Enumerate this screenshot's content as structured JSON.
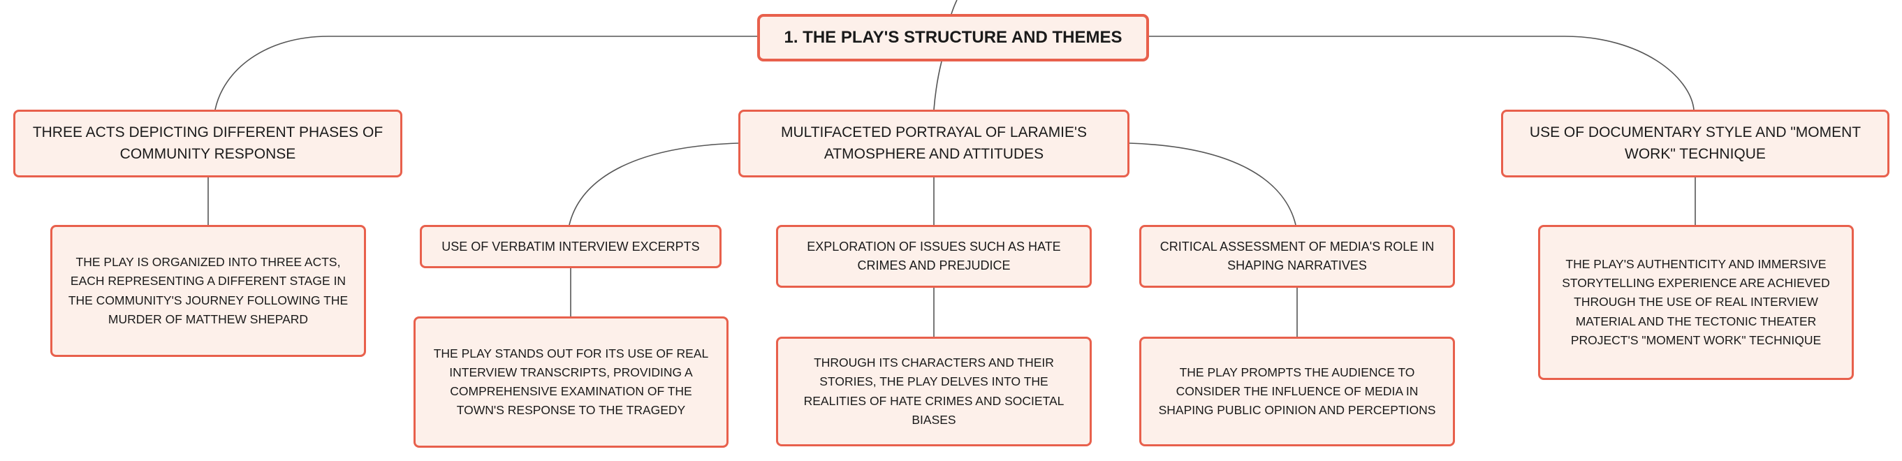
{
  "root": {
    "label": "1. THE PLAY'S STRUCTURE AND THEMES"
  },
  "branches": [
    {
      "label": "THREE ACTS DEPICTING DIFFERENT PHASES OF COMMUNITY RESPONSE",
      "detail": "THE PLAY IS ORGANIZED INTO THREE ACTS, EACH REPRESENTING A DIFFERENT STAGE IN THE COMMUNITY'S JOURNEY FOLLOWING THE MURDER OF MATTHEW SHEPARD"
    },
    {
      "label": "MULTIFACETED PORTRAYAL OF LARAMIE'S ATMOSPHERE AND ATTITUDES",
      "children": [
        {
          "label": "USE OF VERBATIM INTERVIEW EXCERPTS",
          "detail": "THE PLAY STANDS OUT FOR ITS USE OF REAL INTERVIEW TRANSCRIPTS, PROVIDING A COMPREHENSIVE EXAMINATION OF THE TOWN'S RESPONSE TO THE TRAGEDY"
        },
        {
          "label": "EXPLORATION OF ISSUES SUCH AS HATE CRIMES AND PREJUDICE",
          "detail": "THROUGH ITS CHARACTERS AND THEIR STORIES, THE PLAY DELVES INTO THE REALITIES OF HATE CRIMES AND SOCIETAL BIASES"
        },
        {
          "label": "CRITICAL ASSESSMENT OF MEDIA'S ROLE IN SHAPING NARRATIVES",
          "detail": "THE PLAY PROMPTS THE AUDIENCE TO CONSIDER THE INFLUENCE OF MEDIA IN SHAPING PUBLIC OPINION AND PERCEPTIONS"
        }
      ]
    },
    {
      "label": "USE OF DOCUMENTARY STYLE AND \"MOMENT WORK\" TECHNIQUE",
      "detail": "THE PLAY'S AUTHENTICITY AND IMMERSIVE STORYTELLING EXPERIENCE ARE ACHIEVED THROUGH THE USE OF REAL INTERVIEW MATERIAL AND THE TECTONIC THEATER PROJECT'S \"MOMENT WORK\" TECHNIQUE"
    }
  ],
  "colors": {
    "node_fill": "#fdf0ea",
    "node_border": "#e8604c",
    "connector": "#555555",
    "text": "#1a1a1a"
  }
}
